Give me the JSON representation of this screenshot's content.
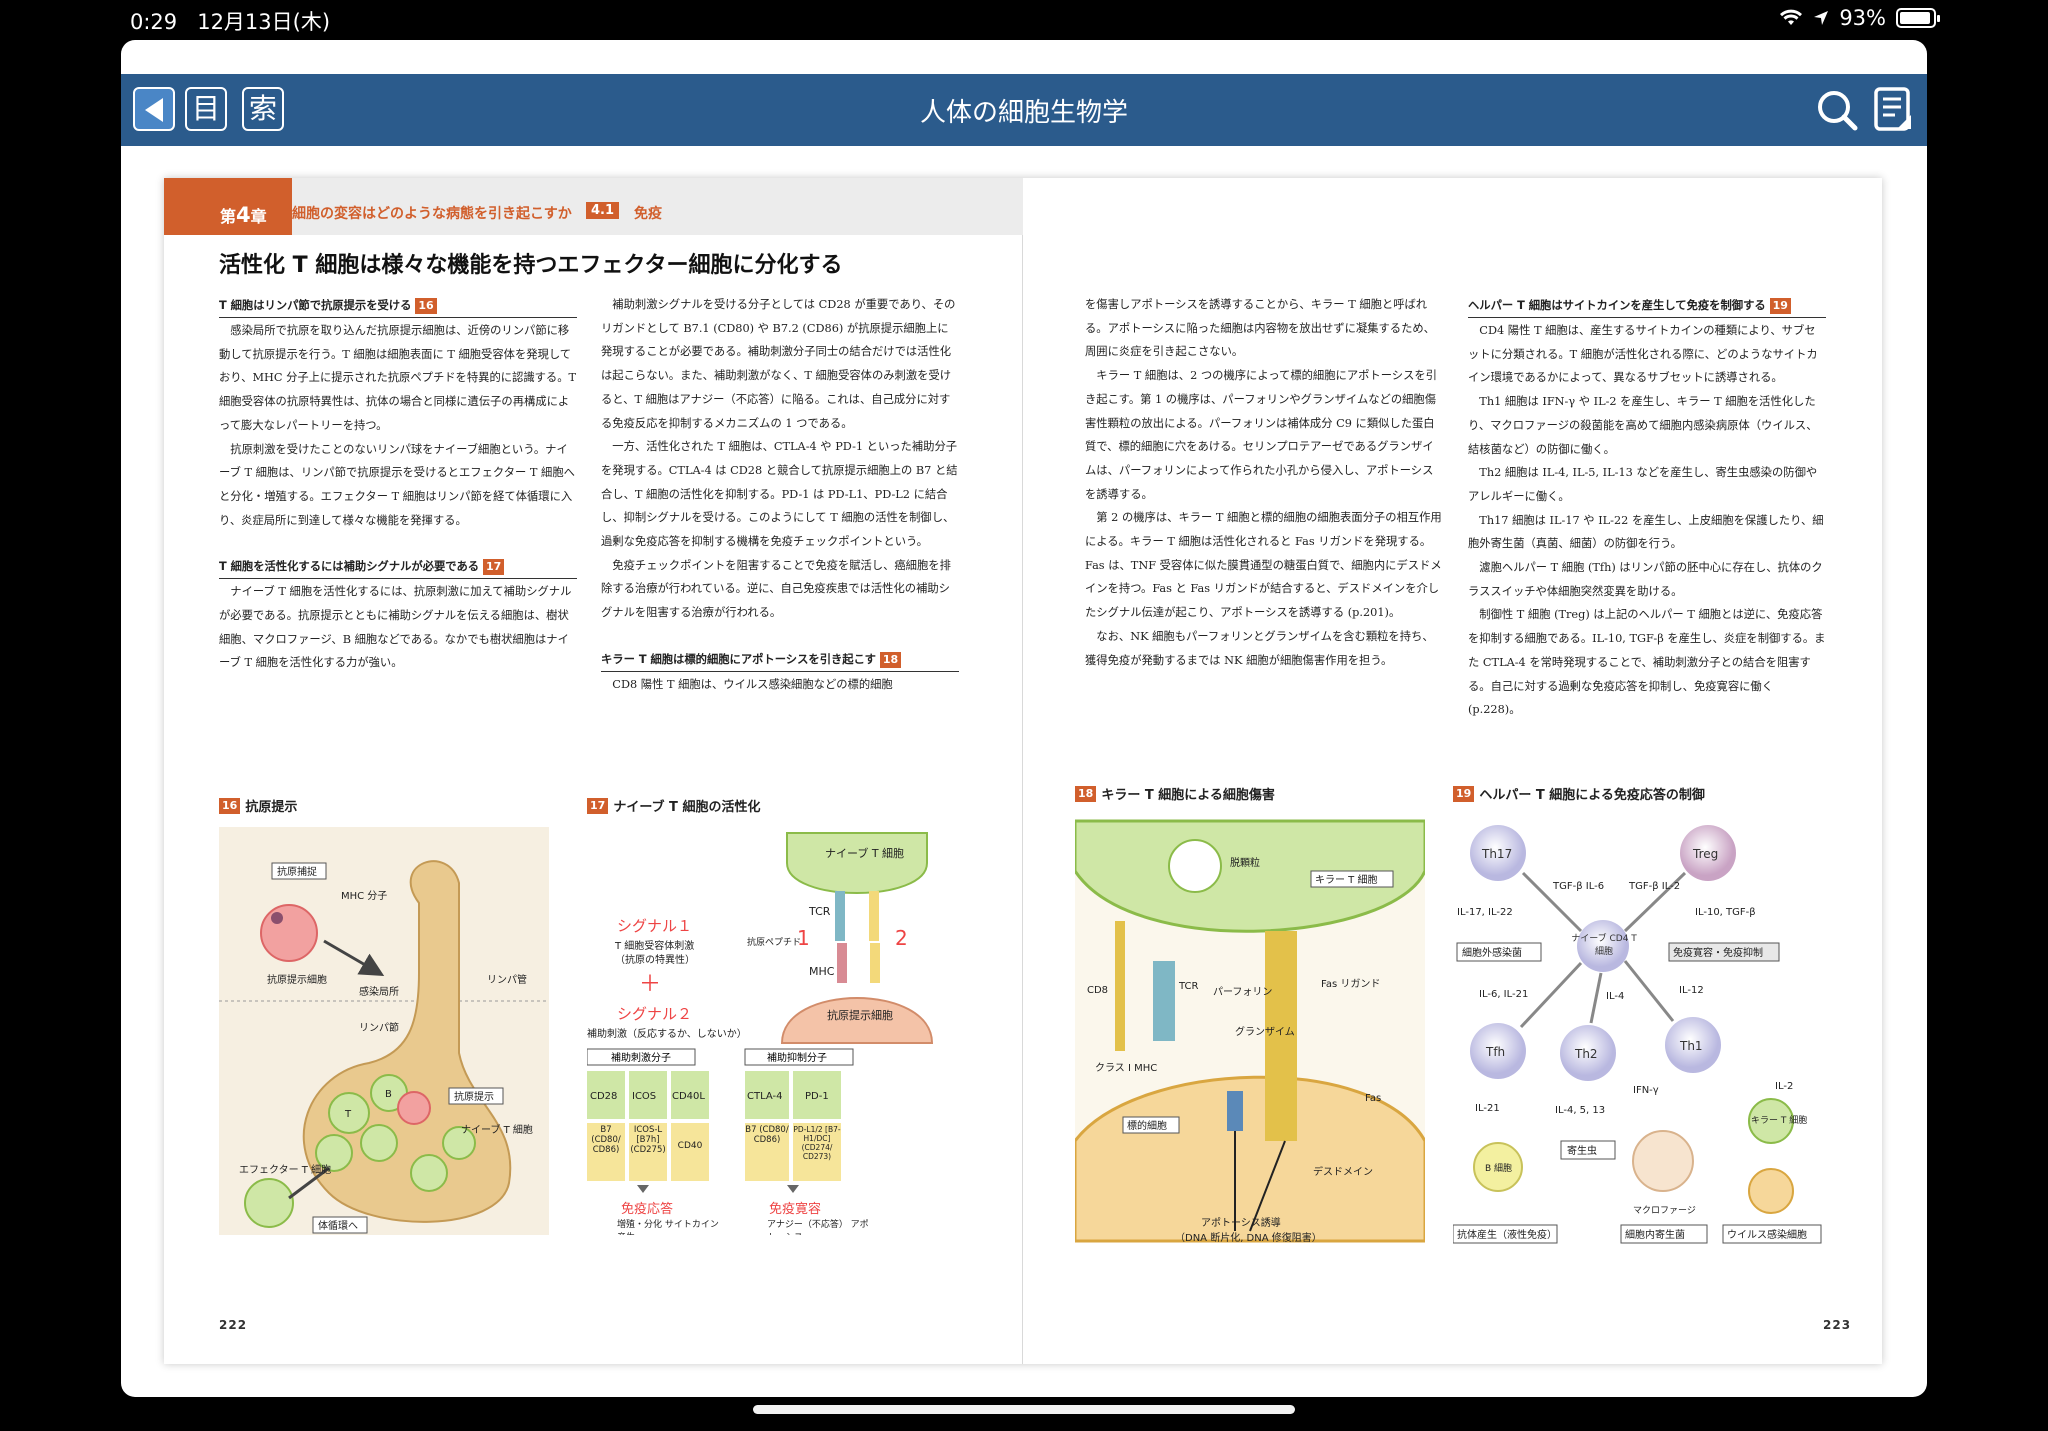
{
  "status": {
    "time": "0:29",
    "date": "12月13日(木)",
    "battery": "93%",
    "battery_level": 0.93
  },
  "nav": {
    "title": "人体の細胞生物学",
    "toc_label": "目",
    "index_label": "索"
  },
  "chapter": {
    "num_prefix": "第",
    "num": "4",
    "num_suffix": "章",
    "subtitle": "細胞の変容はどのような病態を引き起こすか",
    "section_num": "4.1",
    "section_name": "免疫"
  },
  "page_title": "活性化 T 細胞は様々な機能を持つエフェクター細胞に分化する",
  "left": {
    "col1": {
      "h1": "T 細胞はリンパ節で抗原提示を受ける",
      "h1_ref": "16",
      "p1": "感染局所で抗原を取り込んだ抗原提示細胞は、近傍のリンパ節に移動して抗原提示を行う。T 細胞は細胞表面に T 細胞受容体を発現しており、MHC 分子上に提示された抗原ペプチドを特異的に認識する。T 細胞受容体の抗原特異性は、抗体の場合と同様に遺伝子の再構成によって膨大なレパートリーを持つ。",
      "p2": "抗原刺激を受けたことのないリンパ球をナイーブ細胞という。ナイーブ T 細胞は、リンパ節で抗原提示を受けるとエフェクター T 細胞へと分化・増殖する。エフェクター T 細胞はリンパ節を経て体循環に入り、炎症局所に到達して様々な機能を発揮する。",
      "h2": "T 細胞を活性化するには補助シグナルが必要である",
      "h2_ref": "17",
      "p3": "ナイーブ T 細胞を活性化するには、抗原刺激に加えて補助シグナルが必要である。抗原提示とともに補助シグナルを伝える細胞は、樹状細胞、マクロファージ、B 細胞などである。なかでも樹状細胞はナイーブ T 細胞を活性化する力が強い。"
    },
    "col2": {
      "p1": "補助刺激シグナルを受ける分子としては CD28 が重要であり、そのリガンドとして B7.1 (CD80) や B7.2 (CD86) が抗原提示細胞上に発現することが必要である。補助刺激分子同士の結合だけでは活性化は起こらない。また、補助刺激がなく、T 細胞受容体のみ刺激を受けると、T 細胞はアナジー（不応答）に陥る。これは、自己成分に対する免疫反応を抑制するメカニズムの 1 つである。",
      "p2": "一方、活性化された T 細胞は、CTLA-4 や PD-1 といった補助分子を発現する。CTLA-4 は CD28 と競合して抗原提示細胞上の B7 と結合し、T 細胞の活性化を抑制する。PD-1 は PD-L1、PD-L2 に結合し、抑制シグナルを受ける。このようにして T 細胞の活性を制御し、過剰な免疫応答を抑制する機構を免疫チェックポイントという。",
      "p3": "免疫チェックポイントを阻害することで免疫を賦活し、癌細胞を排除する治療が行われている。逆に、自己免疫疾患では活性化の補助シグナルを阻害する治療が行われる。",
      "h1": "キラー T 細胞は標的細胞にアポトーシスを引き起こす",
      "h1_ref": "18",
      "p4": "CD8 陽性 T 細胞は、ウイルス感染細胞などの標的細胞"
    },
    "fig16": {
      "num": "16",
      "title": "抗原提示",
      "labels": [
        "抗原捕捉",
        "MHC 分子",
        "抗原提示細胞",
        "感染局所",
        "リンパ管",
        "リンパ節",
        "抗原提示",
        "ナイーブ T 細胞",
        "エフェクター T 細胞",
        "体循環へ",
        "B",
        "T"
      ]
    },
    "fig17": {
      "num": "17",
      "title": "ナイーブ T 細胞の活性化",
      "signal1": "シグナル１",
      "signal1_desc1": "T 細胞受容体刺激",
      "signal1_desc2": "（抗原の特異性）",
      "plus": "＋",
      "signal2": "シグナル２",
      "signal2_desc": "補助刺激（反応するか、しないか）",
      "naive": "ナイーブ T 細胞",
      "apc": "抗原提示細胞",
      "tcr": "TCR",
      "mhc": "MHC",
      "peptide": "抗原ペプチド",
      "one": "1",
      "two": "2",
      "stim_hdr": "補助刺激分子",
      "inhib_hdr": "補助抑制分子",
      "stim_top": [
        "CD28",
        "ICOS",
        "CD40L"
      ],
      "stim_bot": [
        "B7 (CD80/ CD86)",
        "ICOS-L [B7h] (CD275)",
        "CD40"
      ],
      "inhib_top": [
        "CTLA-4",
        "PD-1"
      ],
      "inhib_bot": [
        "B7 (CD80/ CD86)",
        "PD-L1/2 [B7-H1/DC] (CD274/ CD273)"
      ],
      "resp1": "免疫応答",
      "resp1_desc": "増殖・分化 サイトカイン産生",
      "resp2": "免疫寛容",
      "resp2_desc": "アナジー（不応答） アポトーシス"
    },
    "page_num": "222"
  },
  "right": {
    "col1": {
      "p1": "を傷害しアポトーシスを誘導することから、キラー T 細胞と呼ばれる。アポトーシスに陥った細胞は内容物を放出せずに凝集するため、周囲に炎症を引き起こさない。",
      "p2": "キラー T 細胞は、2 つの機序によって標的細胞にアポトーシスを引き起こす。第 1 の機序は、パーフォリンやグランザイムなどの細胞傷害性顆粒の放出による。パーフォリンは補体成分 C9 に類似した蛋白質で、標的細胞に穴をあける。セリンプロテアーゼであるグランザイムは、パーフォリンによって作られた小孔から侵入し、アポトーシスを誘導する。",
      "p3": "第 2 の機序は、キラー T 細胞と標的細胞の細胞表面分子の相互作用による。キラー T 細胞は活性化されると Fas リガンドを発現する。Fas は、TNF 受容体に似た膜貫通型の糖蛋白質で、細胞内にデスドメインを持つ。Fas と Fas リガンドが結合すると、デスドメインを介したシグナル伝達が起こり、アポトーシスを誘導する (p.201)。",
      "p4": "なお、NK 細胞もパーフォリンとグランザイムを含む顆粒を持ち、獲得免疫が発動するまでは NK 細胞が細胞傷害作用を担う。"
    },
    "col2": {
      "h1": "ヘルパー T 細胞はサイトカインを産生して免疫を制御する",
      "h1_ref": "19",
      "p1": "CD4 陽性 T 細胞は、産生するサイトカインの種類により、サブセットに分類される。T 細胞が活性化される際に、どのようなサイトカイン環境であるかによって、異なるサブセットに誘導される。",
      "p2": "Th1 細胞は IFN-γ や IL-2 を産生し、キラー T 細胞を活性化したり、マクロファージの殺菌能を高めて細胞内感染病原体（ウイルス、結核菌など）の防御に働く。",
      "p3": "Th2 細胞は IL-4, IL-5, IL-13 などを産生し、寄生虫感染の防御やアレルギーに働く。",
      "p4": "Th17 細胞は IL-17 や IL-22 を産生し、上皮細胞を保護したり、細胞外寄生菌（真菌、細菌）の防御を行う。",
      "p5": "濾胞ヘルパー T 細胞 (Tfh) はリンパ節の胚中心に存在し、抗体のクラススイッチや体細胞突然変異を助ける。",
      "p6": "制御性 T 細胞 (Treg) は上記のヘルパー T 細胞とは逆に、免疫応答を抑制する細胞である。IL-10, TGF-β を産生し、炎症を制御する。また CTLA-4 を常時発現することで、補助刺激分子との結合を阻害する。自己に対する過剰な免疫応答を抑制し、免疫寛容に働く (p.228)。"
    },
    "fig18": {
      "num": "18",
      "title": "キラー T 細胞による細胞傷害",
      "labels": [
        "脱顆粒",
        "キラー T 細胞",
        "CD8",
        "TCR",
        "パーフォリン",
        "Fas リガンド",
        "グランザイム",
        "クラス I MHC",
        "Fas",
        "標的細胞",
        "デスドメイン",
        "アポトーシス誘導",
        "（DNA 断片化, DNA 修復阻害）"
      ]
    },
    "fig19": {
      "num": "19",
      "title": "ヘルパー T 細胞による免疫応答の制御",
      "center": "ナイーブ CD4 T 細胞",
      "cells": [
        "Th17",
        "Treg",
        "Tfh",
        "Th2",
        "Th1"
      ],
      "cytokines": [
        "TGF-β IL-6",
        "TGF-β IL-2",
        "IL-17, IL-22",
        "IL-10, TGF-β",
        "IL-6, IL-21",
        "IL-4",
        "IL-12",
        "IL-21",
        "IL-4, 5, 13",
        "IFN-γ",
        "IL-2"
      ],
      "boxes": [
        "細胞外感染菌",
        "免疫寛容・免疫抑制",
        "寄生虫",
        "抗体産生（液性免疫）",
        "細胞内寄生菌",
        "ウイルス感染細胞"
      ],
      "extra": [
        "B 細胞",
        "マクロファージ",
        "キラー T 細胞"
      ]
    },
    "page_num": "223"
  }
}
